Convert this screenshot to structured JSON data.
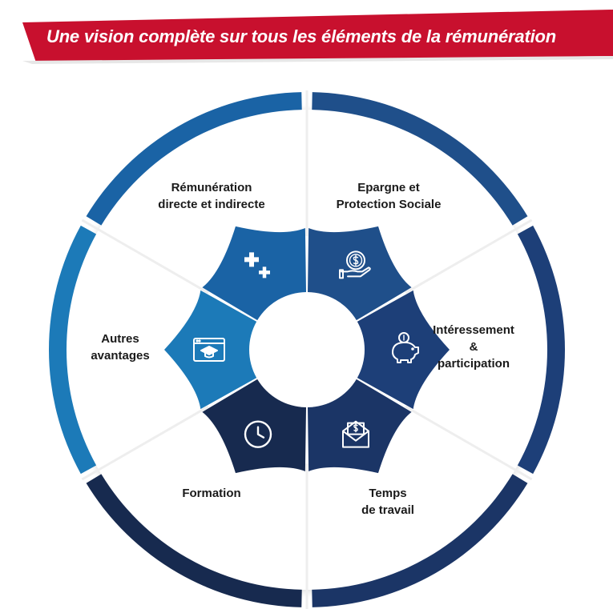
{
  "banner": {
    "title": "Une vision complète sur tous les éléments de la rémunération",
    "color": "#c8102e"
  },
  "segments": [
    {
      "key": "remuneration",
      "lines": [
        "Rémunération",
        "directe et indirecte"
      ],
      "icon": "dollar-hand-icon",
      "color": "#1f4f8a"
    },
    {
      "key": "epargne",
      "lines": [
        "Epargne et",
        "Protection Sociale"
      ],
      "icon": "piggy-bank-icon",
      "color": "#1d3f78"
    },
    {
      "key": "interessement",
      "lines": [
        "Intéressement",
        "&",
        "participation"
      ],
      "icon": "money-envelope-icon",
      "color": "#1b3566"
    },
    {
      "key": "temps",
      "lines": [
        "Temps",
        "de travail"
      ],
      "icon": "clock-icon",
      "color": "#172a4f"
    },
    {
      "key": "formation",
      "lines": [
        "Formation"
      ],
      "icon": "graduation-screen-icon",
      "color": "#1c7ab8"
    },
    {
      "key": "autres",
      "lines": [
        "Autres",
        "avantages"
      ],
      "icon": "plus-icon",
      "color": "#1a63a5"
    }
  ]
}
